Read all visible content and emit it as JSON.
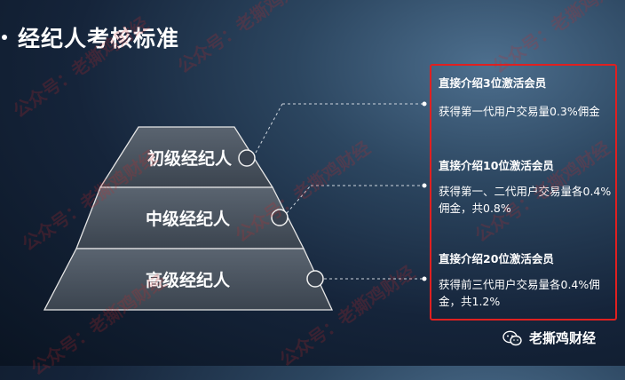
{
  "title": "经纪人考核标准",
  "tiers": [
    {
      "label": "初级经纪人"
    },
    {
      "label": "中级经纪人"
    },
    {
      "label": "高级经纪人"
    }
  ],
  "criteria": [
    {
      "heading": "直接介绍3位激活会员",
      "body": "获得第一代用户交易量0.3%佣金"
    },
    {
      "heading": "直接介绍10位激活会员",
      "body": "获得第一、二代用户交易量各0.4%佣金，共0.8%"
    },
    {
      "heading": "直接介绍20位激活会员",
      "body": "获得前三代用户交易量各0.4%佣金，共1.2%"
    }
  ],
  "brand": {
    "name": "老撕鸡财经",
    "icon": "wechat-icon"
  },
  "watermark": "公众号：老撕鸡财经",
  "colors": {
    "highlight_border": "#e02020",
    "pyramid_fill": "#4d5663",
    "pyramid_line": "#e0e0e0"
  }
}
